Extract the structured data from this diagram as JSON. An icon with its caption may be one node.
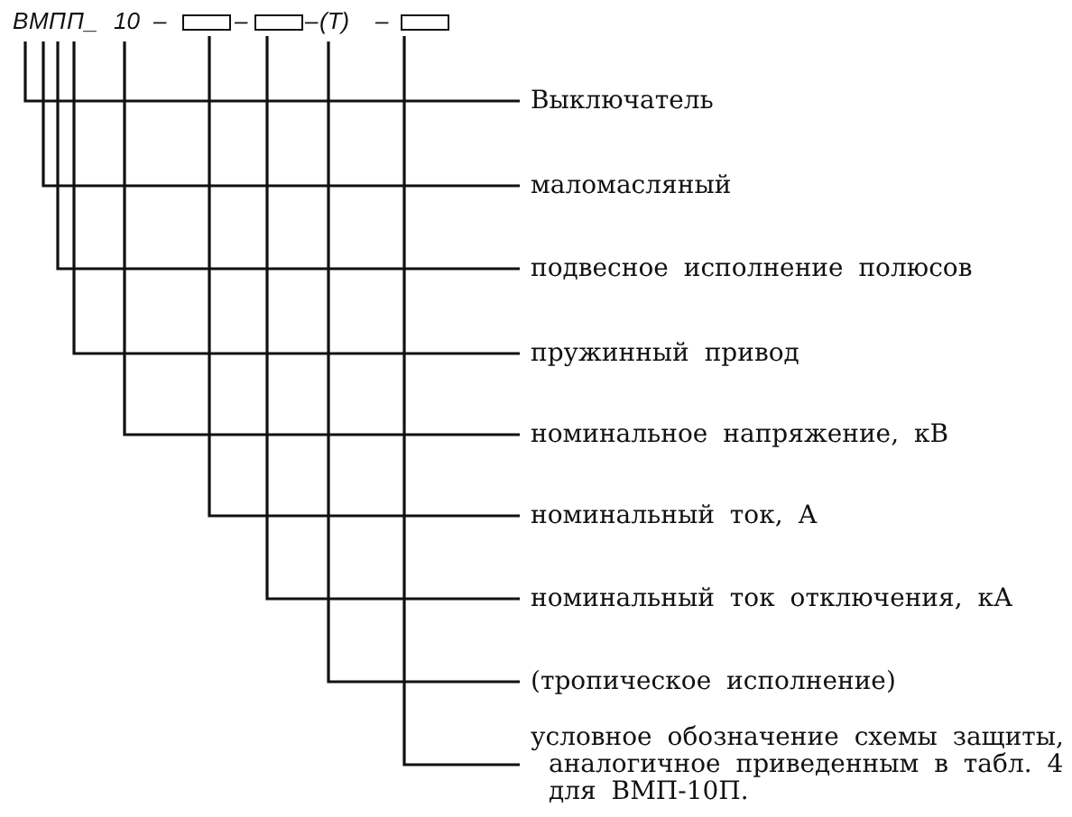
{
  "diagram": {
    "nodes": [
      {
        "text": [
          "В"
        ]
      },
      {
        "text": [
          "М"
        ]
      },
      {
        "text": [
          "П"
        ]
      },
      {
        "text": [
          "П"
        ]
      },
      {
        "text": [
          "10"
        ]
      },
      {
        "text": [],
        "shape": "box"
      },
      {
        "text": [],
        "shape": "box"
      },
      {
        "text": [
          "(Т)"
        ]
      },
      {
        "text": [],
        "shape": "box"
      },
      {
        "text": [
          "Выключатель"
        ]
      },
      {
        "text": [
          "маломасляный"
        ]
      },
      {
        "text": [
          "подвесное исполнение полюсов"
        ]
      },
      {
        "text": [
          "пружинный привод"
        ]
      },
      {
        "text": [
          "номинальное напряжение, кВ"
        ]
      },
      {
        "text": [
          "номинальный ток, А"
        ]
      },
      {
        "text": [
          "номинальный ток отключения, кА"
        ]
      },
      {
        "text": [
          "(тропическое исполнение)"
        ]
      },
      {
        "text": [
          "условное обозначение схемы защиты, аналогичное приведенным в табл. 4 для ВМП-10П."
        ]
      }
    ],
    "edges": [
      {
        "from": 0,
        "to": 9,
        "arrow": "none"
      },
      {
        "from": 1,
        "to": 10,
        "arrow": "none"
      },
      {
        "from": 2,
        "to": 11,
        "arrow": "none"
      },
      {
        "from": 3,
        "to": 12,
        "arrow": "none"
      },
      {
        "from": 4,
        "to": 13,
        "arrow": "none"
      },
      {
        "from": 5,
        "to": 14,
        "arrow": "none"
      },
      {
        "from": 6,
        "to": 15,
        "arrow": "none"
      },
      {
        "from": 7,
        "to": 16,
        "arrow": "none"
      },
      {
        "from": 8,
        "to": 17,
        "arrow": "none"
      }
    ],
    "labels": [
      "_",
      "–",
      "–",
      "–",
      "–"
    ]
  }
}
